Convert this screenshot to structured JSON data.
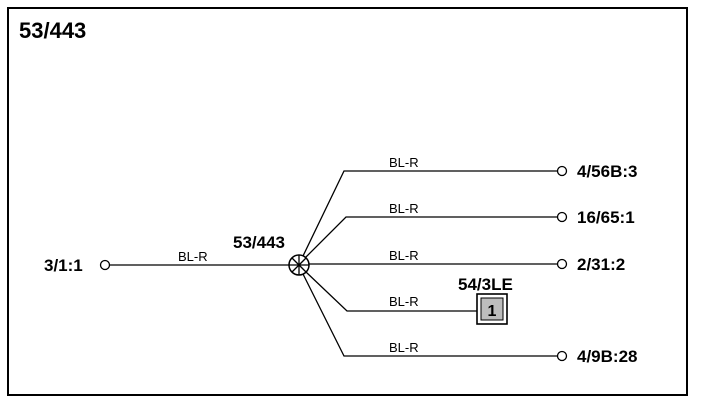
{
  "title": "53/443",
  "splice": {
    "label": "53/443"
  },
  "input": {
    "terminal": "3/1:1",
    "wire": "BL-R"
  },
  "branches": [
    {
      "wire": "BL-R",
      "terminal": "4/56B:3"
    },
    {
      "wire": "BL-R",
      "terminal": "16/65:1"
    },
    {
      "wire": "BL-R",
      "terminal": "2/31:2"
    },
    {
      "wire": "BL-R",
      "connector_label": "54/3LE",
      "connector_pin": "1"
    },
    {
      "wire": "BL-R",
      "terminal": "4/9B:28"
    }
  ]
}
